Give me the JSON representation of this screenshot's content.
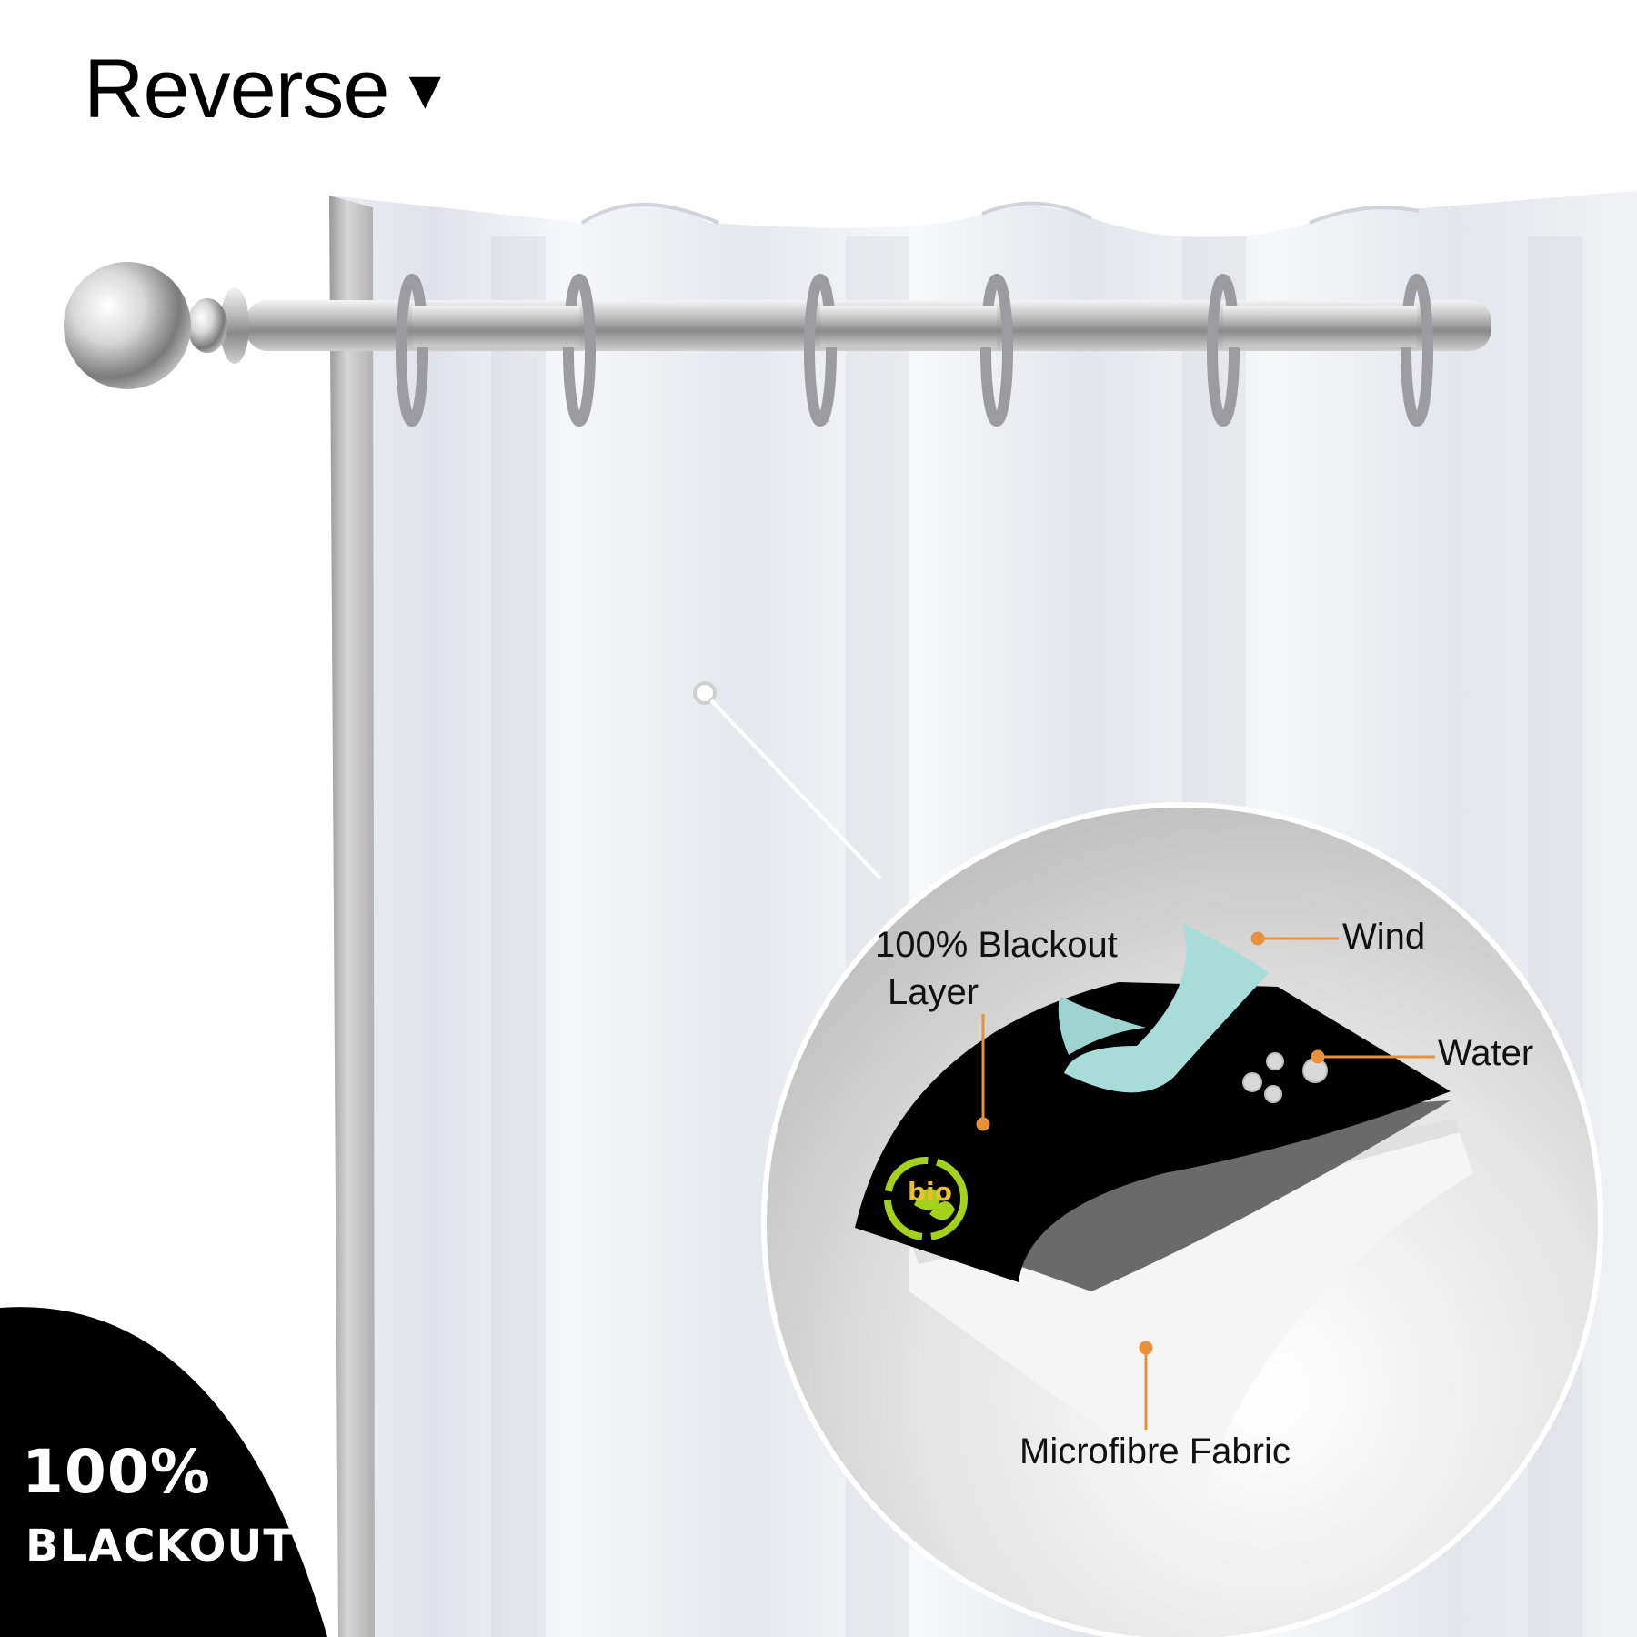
{
  "header": {
    "title": "Reverse",
    "arrow": "▼"
  },
  "badge": {
    "line1": "100%",
    "line2": "BLACKOUT"
  },
  "callout": {
    "blackout_line1": "100% Blackout",
    "blackout_line2": "Layer",
    "wind": "Wind",
    "water": "Water",
    "microfibre": "Microfibre Fabric",
    "eco_logo_text": "bio"
  },
  "colors": {
    "leader_line": "#e8903a",
    "wind_layer": "#a8dcd8",
    "blackout_layer": "#000000",
    "eco_green": "#a4d11c"
  }
}
